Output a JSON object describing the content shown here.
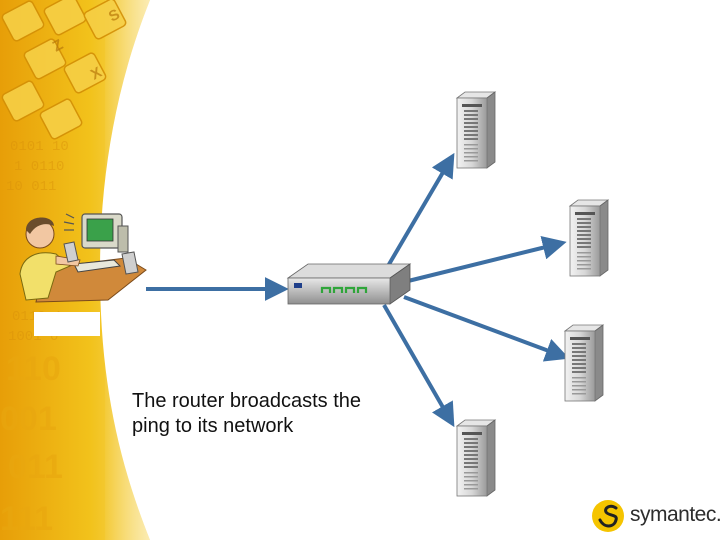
{
  "caption": {
    "line1": "The router broadcasts the",
    "line2": "ping to its network"
  },
  "logo": {
    "text": "symantec."
  },
  "colors": {
    "arrow": "#3d6fa3",
    "band_yellow": "#f2c21b",
    "band_orange": "#e8a20c",
    "logo_yellow": "#f5c400"
  },
  "icons": {
    "user": "user-computer-icon",
    "router": "router-icon",
    "server": "server-icon"
  }
}
